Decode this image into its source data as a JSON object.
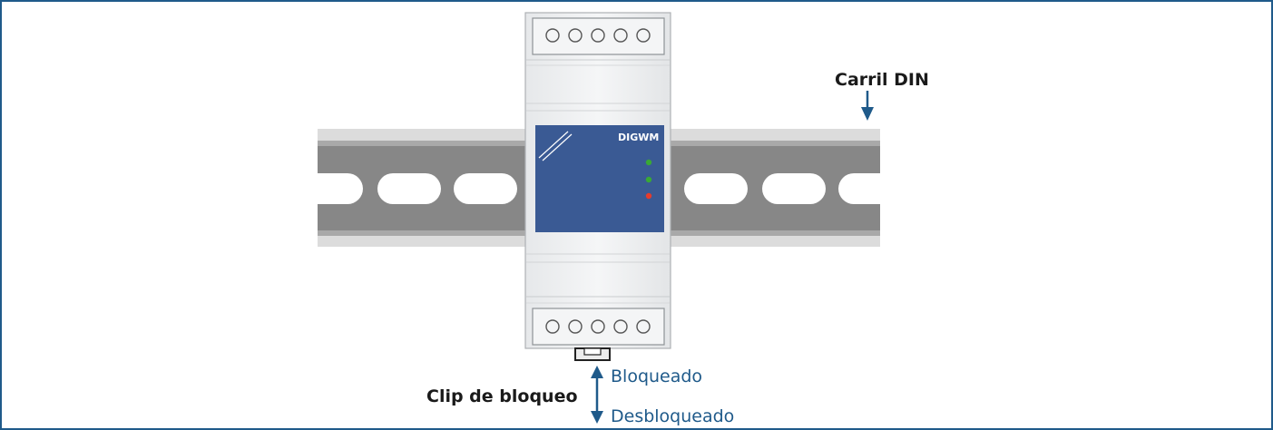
{
  "labels": {
    "din_rail": "Carril DIN",
    "locking_clip": "Clip de bloqueo",
    "locked": "Bloqueado",
    "unlocked": "Desbloqueado"
  },
  "device": {
    "model": "DIGWM",
    "terminal_count_top": 5,
    "terminal_count_bottom": 5,
    "leds": [
      "green",
      "green",
      "red"
    ]
  },
  "colors": {
    "accent": "#1f5a8a",
    "panel_blue": "#3a5a94",
    "rail_gray": "#878787",
    "led_green": "#39a935",
    "led_red": "#e53b2c"
  }
}
